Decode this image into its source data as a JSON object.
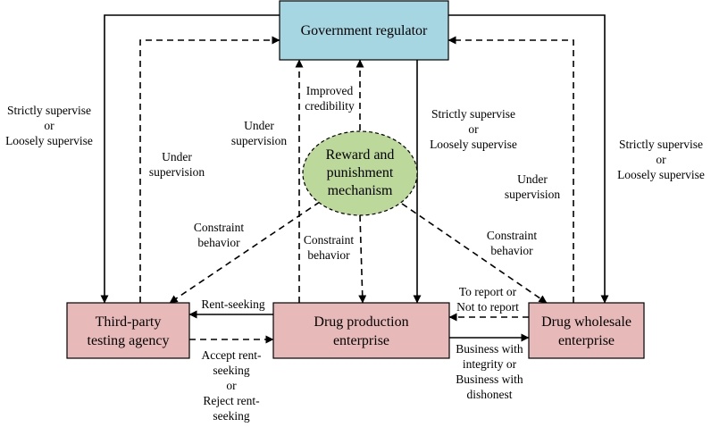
{
  "nodes": {
    "regulator": "Government regulator",
    "mechanism": [
      "Reward and",
      "punishment",
      "mechanism"
    ],
    "third_party": [
      "Third-party",
      "testing agency"
    ],
    "production": [
      "Drug production",
      "enterprise"
    ],
    "wholesale": [
      "Drug wholesale",
      "enterprise"
    ]
  },
  "edges": {
    "reg_to_tp": [
      "Strictly supervise",
      "or",
      "Loosely supervise"
    ],
    "tp_to_reg": [
      "Under",
      "supervision"
    ],
    "prod_to_reg": [
      "Under",
      "supervision"
    ],
    "mech_to_reg": [
      "Improved",
      "credibility"
    ],
    "reg_to_prod": [
      "Strictly supervise",
      "or",
      "Loosely supervise"
    ],
    "ws_to_reg": [
      "Under",
      "supervision"
    ],
    "reg_to_ws": [
      "Strictly supervise",
      "or",
      "Loosely supervise"
    ],
    "mech_to_tp": [
      "Constraint",
      "behavior"
    ],
    "mech_to_prod": [
      "Constraint",
      "behavior"
    ],
    "mech_to_ws": [
      "Constraint",
      "behavior"
    ],
    "prod_to_tp": [
      "Rent-seeking"
    ],
    "tp_to_prod": [
      "Accept rent-",
      "seeking",
      "or",
      "Reject rent-",
      "seeking"
    ],
    "ws_to_prod": [
      "To report or",
      "Not to report"
    ],
    "prod_to_ws": [
      "Business with",
      "integrity or",
      "Business with",
      "dishonest"
    ]
  },
  "colors": {
    "regulator_fill": "#a6d6e2",
    "enterprise_fill": "#e8b9b9",
    "mechanism_fill": "#bcd89a"
  }
}
